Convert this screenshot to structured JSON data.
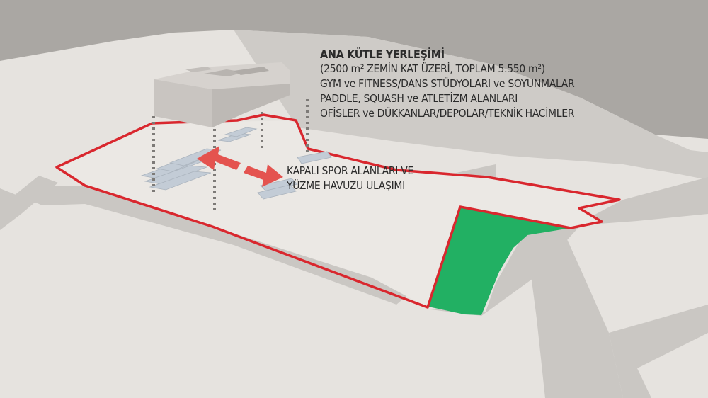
{
  "colors": {
    "sky": "#aaa7a3",
    "ground": "#e6e3df",
    "road": "#cac7c3",
    "site_boundary": "#d9272e",
    "green_area": "#22b063",
    "arrow": "#e4534f",
    "building": "#cfcbc7",
    "text": "#2b2b2b"
  },
  "info_block": {
    "title": "ANA KÜTLE YERLEŞİMİ",
    "lines": [
      "(2500 m² ZEMİN KAT ÜZERİ, TOPLAM 5.550 m²)",
      "GYM ve FITNESS/DANS STÜDYOLARI ve SOYUNMALAR",
      "PADDLE, SQUASH ve ATLETİZM ALANLARI",
      "OFİSLER ve DÜKKANLAR/DEPOLAR/TEKNİK HACİMLER"
    ]
  },
  "access_label": {
    "lines": [
      "KAPALI SPOR ALANLARI VE",
      "YÜZME HAVUZU ULAŞIMI"
    ]
  }
}
